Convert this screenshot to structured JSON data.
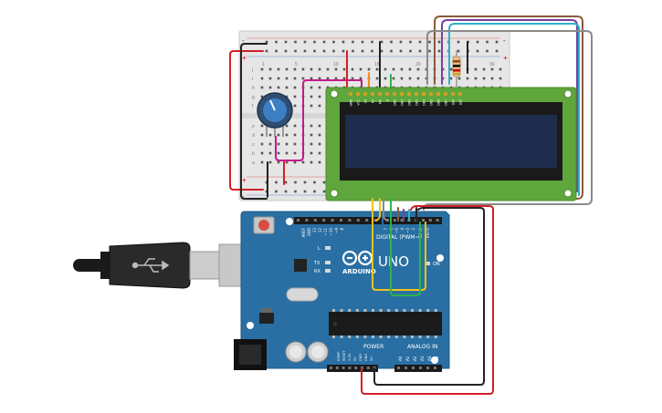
{
  "arduino": {
    "brand": "ARDUINO",
    "model": "UNO",
    "digital_header": "DIGITAL (PWM~)",
    "power_header": "POWER",
    "analog_header": "ANALOG IN",
    "on_label": "ON",
    "tx_label": "TX",
    "rx_label": "RX",
    "l_label": "L",
    "top_pins": [
      "AREF",
      "GND",
      "13",
      "12",
      "~11",
      "~10",
      "~9",
      "8",
      "7",
      "~6",
      "~5",
      "4",
      "~3",
      "2",
      "TX→1",
      "RX←0"
    ],
    "power_pins": [
      "IOREF",
      "RESET",
      "3.3V",
      "5V",
      "GND",
      "GND",
      "Vin"
    ],
    "analog_pins": [
      "A0",
      "A1",
      "A2",
      "A3",
      "A4",
      "A5"
    ]
  },
  "lcd": {
    "pin_labels": [
      "GND",
      "VCC",
      "V0",
      "RS",
      "RW",
      "E",
      "DB0",
      "DB1",
      "DB2",
      "DB3",
      "DB4",
      "DB5",
      "DB6",
      "DB7",
      "LED",
      "LED"
    ]
  },
  "breadboard": {
    "row_letters_top": [
      "j",
      "i",
      "h",
      "g",
      "f"
    ],
    "row_letters_bottom": [
      "e",
      "d",
      "c",
      "b",
      "a"
    ],
    "column_numbers": [
      "1",
      "5",
      "10",
      "15",
      "20",
      "25",
      "30"
    ],
    "rail_minus": "-",
    "rail_plus": "+"
  },
  "colors": {
    "board": "#2a6fa3",
    "lcd_pcb": "#5fa63c",
    "lcd_screen": "#1e2d4e",
    "wire_red": "#d32027",
    "wire_black": "#222222",
    "wire_yellow": "#f2c21b",
    "wire_green": "#2fb34a",
    "wire_magenta": "#c21b8c",
    "wire_orange": "#f28c1f",
    "wire_brown": "#8b5a3c",
    "wire_purple": "#7b3fa0",
    "wire_cyan": "#2fb0c9",
    "wire_gray": "#8a8a8a"
  }
}
